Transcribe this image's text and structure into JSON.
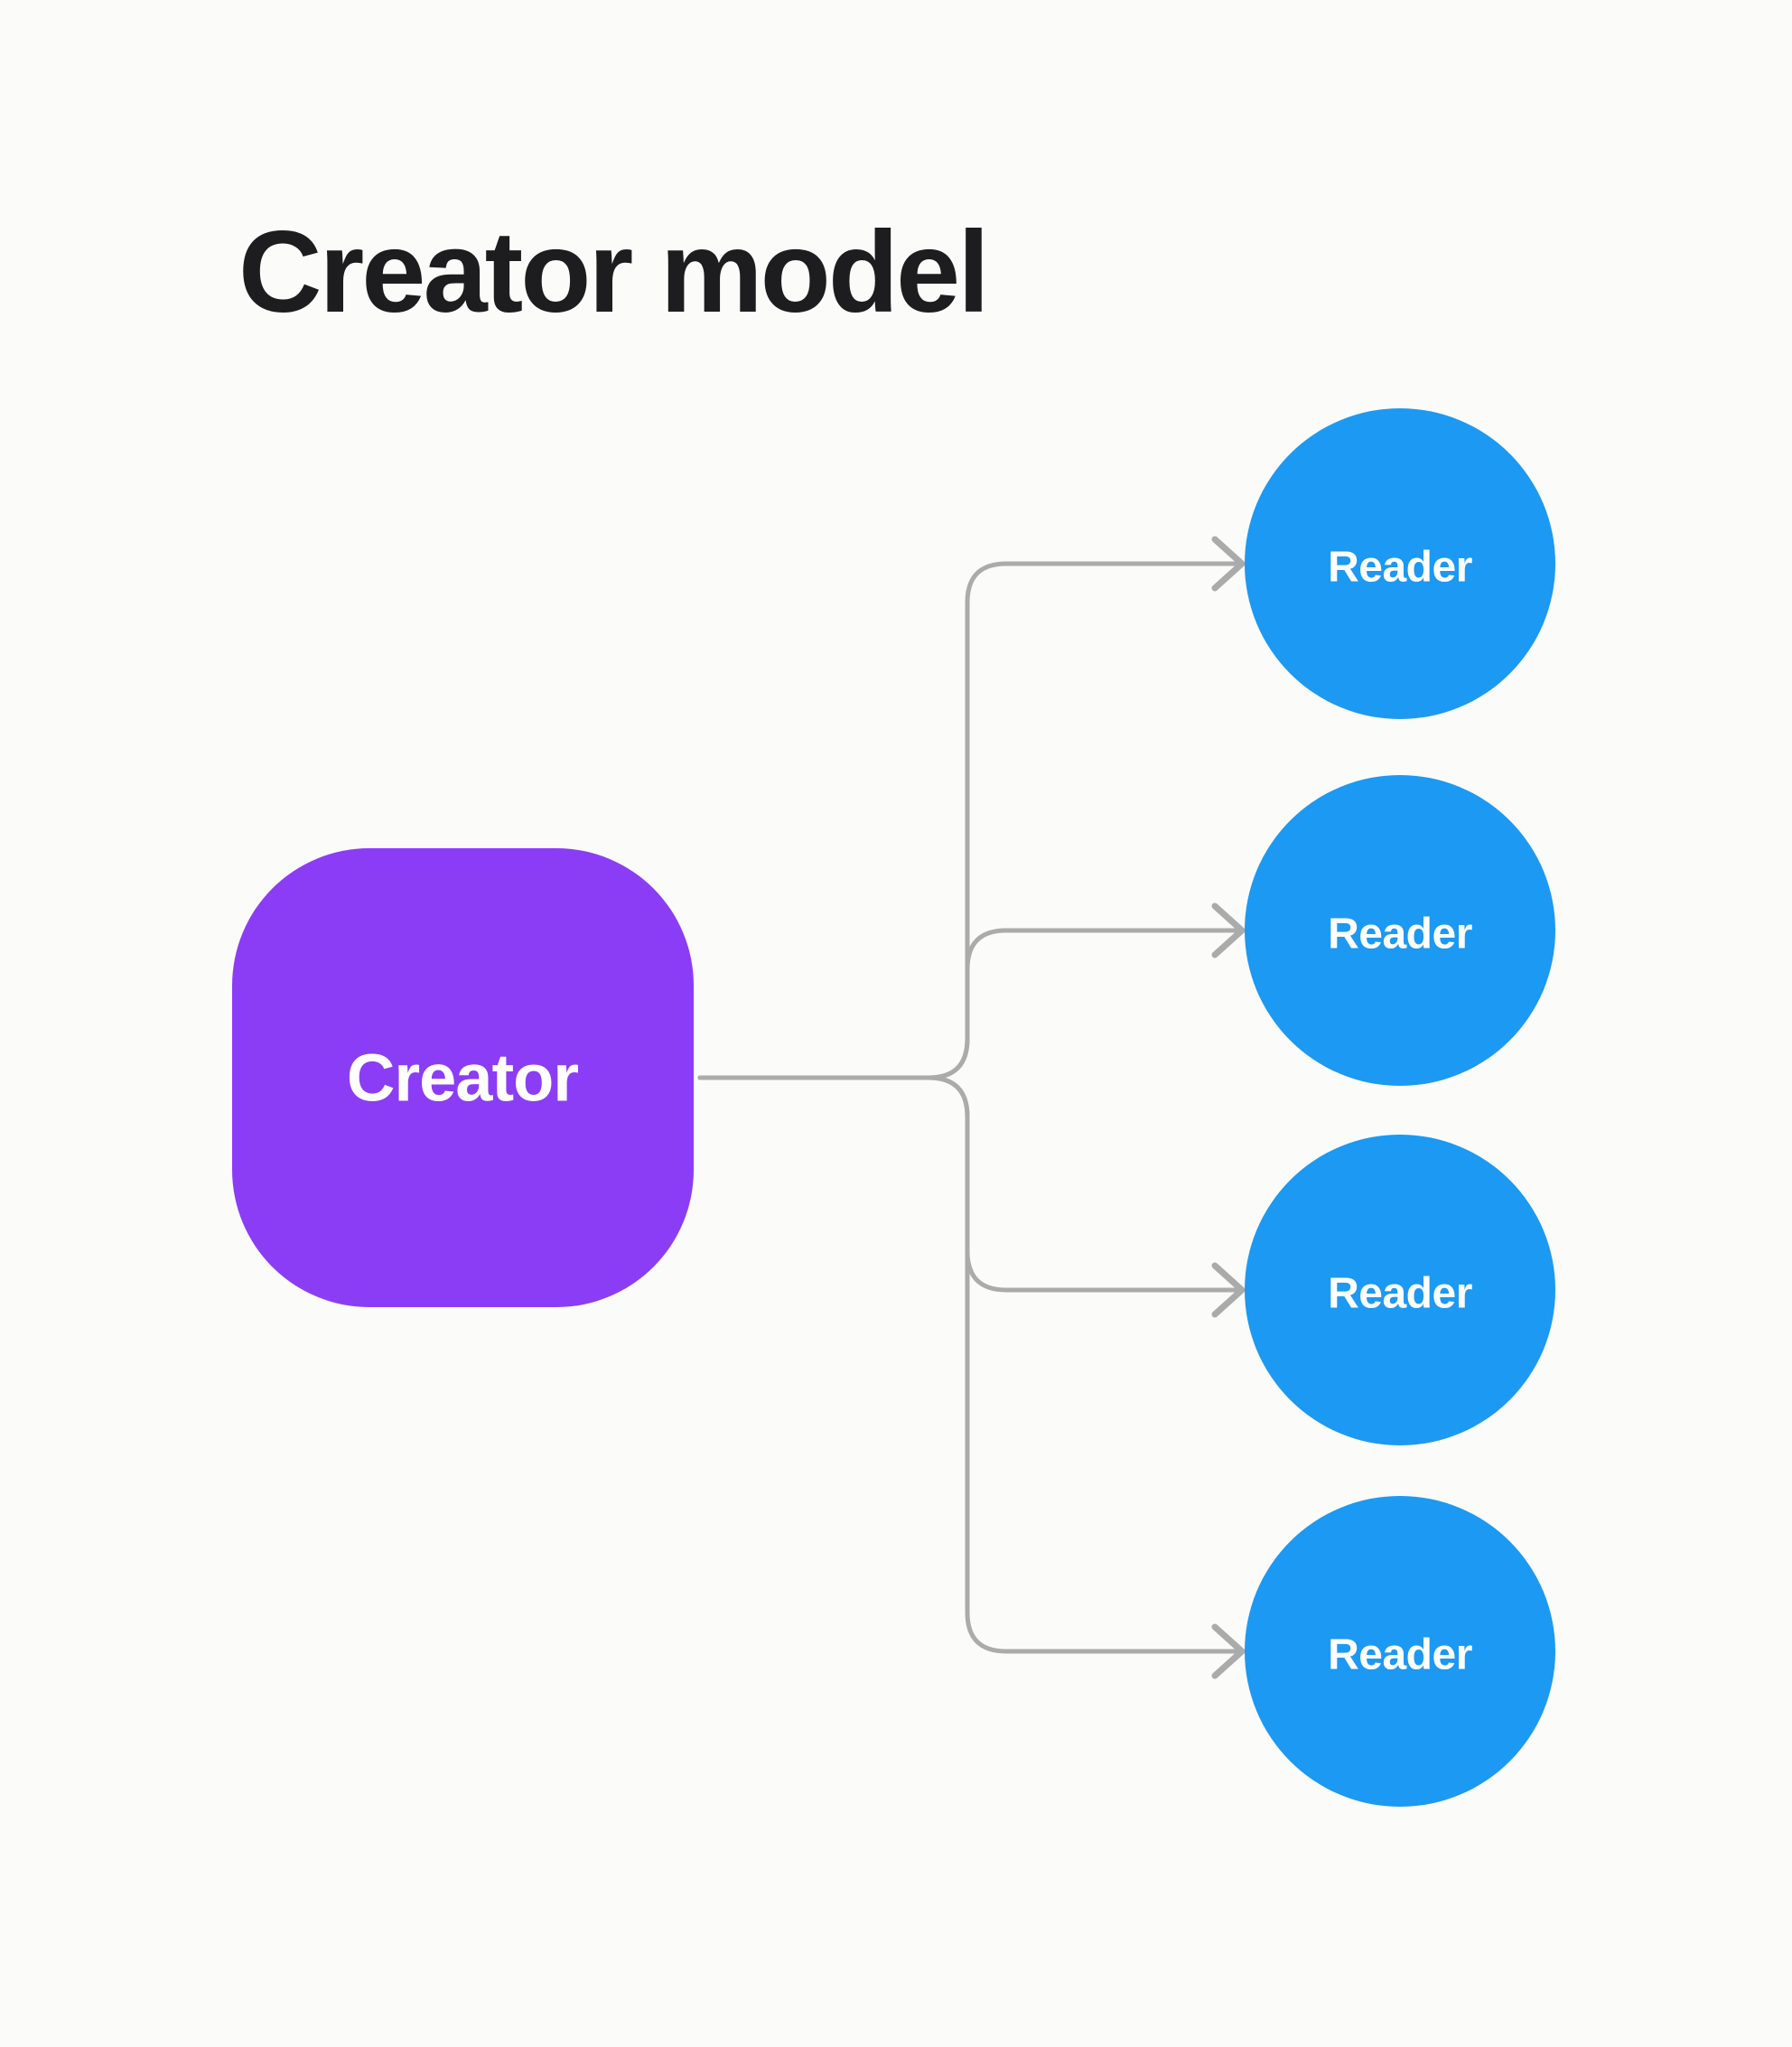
{
  "title": "Creator model",
  "colors": {
    "background": "#FBFBF9",
    "creator_fill": "#8B3DF5",
    "reader_fill": "#1C99F2",
    "connector": "#ABABAB",
    "title_text": "#1D1D1F",
    "node_text": "#FFFFFF"
  },
  "diagram": {
    "creator": {
      "label": "Creator"
    },
    "readers": [
      {
        "label": "Reader"
      },
      {
        "label": "Reader"
      },
      {
        "label": "Reader"
      },
      {
        "label": "Reader"
      }
    ]
  }
}
